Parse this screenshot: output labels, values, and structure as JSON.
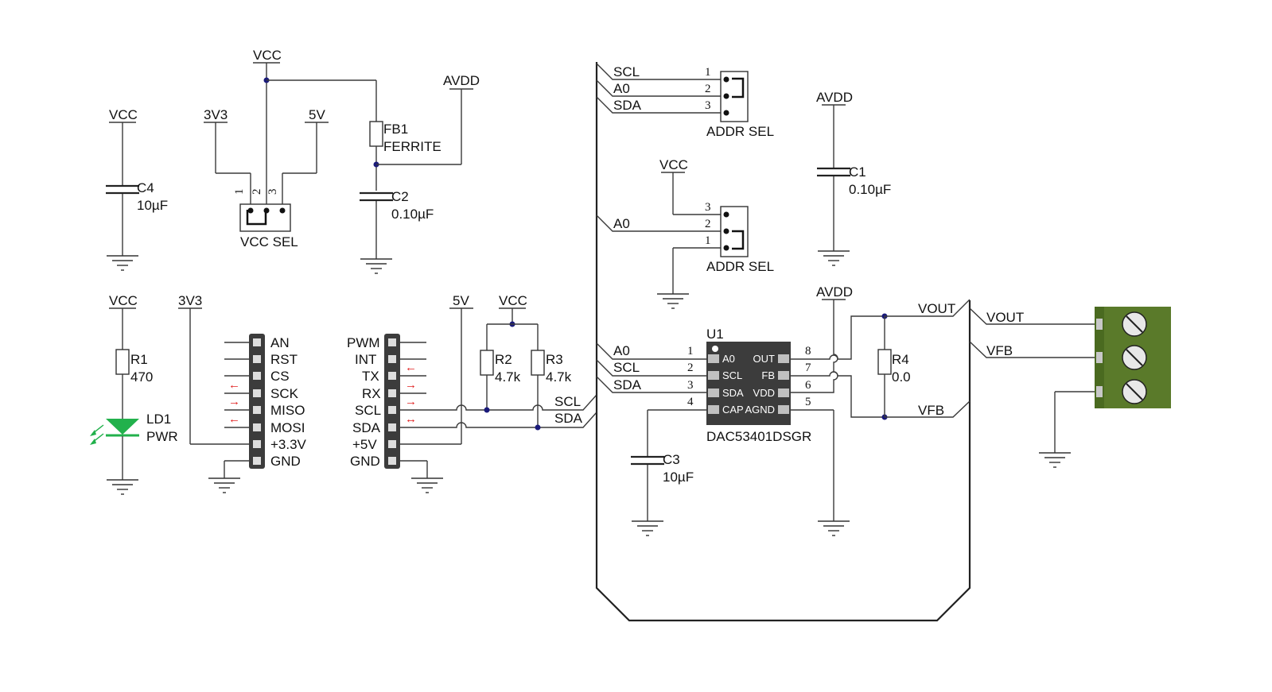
{
  "colors": {
    "wire": "#3a3a3a",
    "junction": "#1a1a7a",
    "led": "#22b14c",
    "chip": "#3c3c3c",
    "pin_pad": "#c0c0c0",
    "connector": "#5a7a2a",
    "arrow": "#e02020"
  },
  "power_labels": {
    "vcc": "VCC",
    "v3v3": "3V3",
    "v5v": "5V",
    "avdd": "AVDD"
  },
  "components": {
    "c4": {
      "ref": "C4",
      "value": "10µF"
    },
    "c2": {
      "ref": "C2",
      "value": "0.10µF"
    },
    "c1": {
      "ref": "C1",
      "value": "0.10µF"
    },
    "c3": {
      "ref": "C3",
      "value": "10µF"
    },
    "fb1": {
      "ref": "FB1",
      "value": "FERRITE"
    },
    "r1": {
      "ref": "R1",
      "value": "470"
    },
    "r2": {
      "ref": "R2",
      "value": "4.7k"
    },
    "r3": {
      "ref": "R3",
      "value": "4.7k"
    },
    "r4": {
      "ref": "R4",
      "value": "0.0"
    },
    "ld1": {
      "ref": "LD1",
      "value": "PWR"
    },
    "u1": {
      "ref": "U1",
      "value": "DAC53401DSGR"
    }
  },
  "vcc_sel": {
    "label": "VCC SEL",
    "pins": [
      "1",
      "2",
      "3"
    ]
  },
  "addr_sel_top": {
    "label": "ADDR SEL",
    "pins": [
      "1",
      "2",
      "3"
    ],
    "nets": [
      "SCL",
      "A0",
      "SDA"
    ]
  },
  "addr_sel_bottom": {
    "label": "ADDR SEL",
    "pins": [
      "3",
      "2",
      "1"
    ],
    "net": "A0"
  },
  "header_left": {
    "labels": [
      "AN",
      "RST",
      "CS",
      "SCK",
      "MISO",
      "MOSI",
      "+3.3V",
      "GND"
    ]
  },
  "header_right": {
    "labels": [
      "PWM",
      "INT",
      "TX",
      "RX",
      "SCL",
      "SDA",
      "+5V",
      "GND"
    ]
  },
  "arrows": {
    "left": "←",
    "right": "→",
    "both": "↔"
  },
  "bus_labels": {
    "scl": "SCL",
    "sda": "SDA",
    "a0": "A0",
    "vout": "VOUT",
    "vfb": "VFB"
  },
  "chip": {
    "left_pins": [
      {
        "num": "1",
        "name": "A0"
      },
      {
        "num": "2",
        "name": "SCL"
      },
      {
        "num": "3",
        "name": "SDA"
      },
      {
        "num": "4",
        "name": "CAP"
      }
    ],
    "right_pins": [
      {
        "num": "8",
        "name": "OUT"
      },
      {
        "num": "7",
        "name": "FB"
      },
      {
        "num": "6",
        "name": "VDD"
      },
      {
        "num": "5",
        "name": "AGND"
      }
    ]
  }
}
